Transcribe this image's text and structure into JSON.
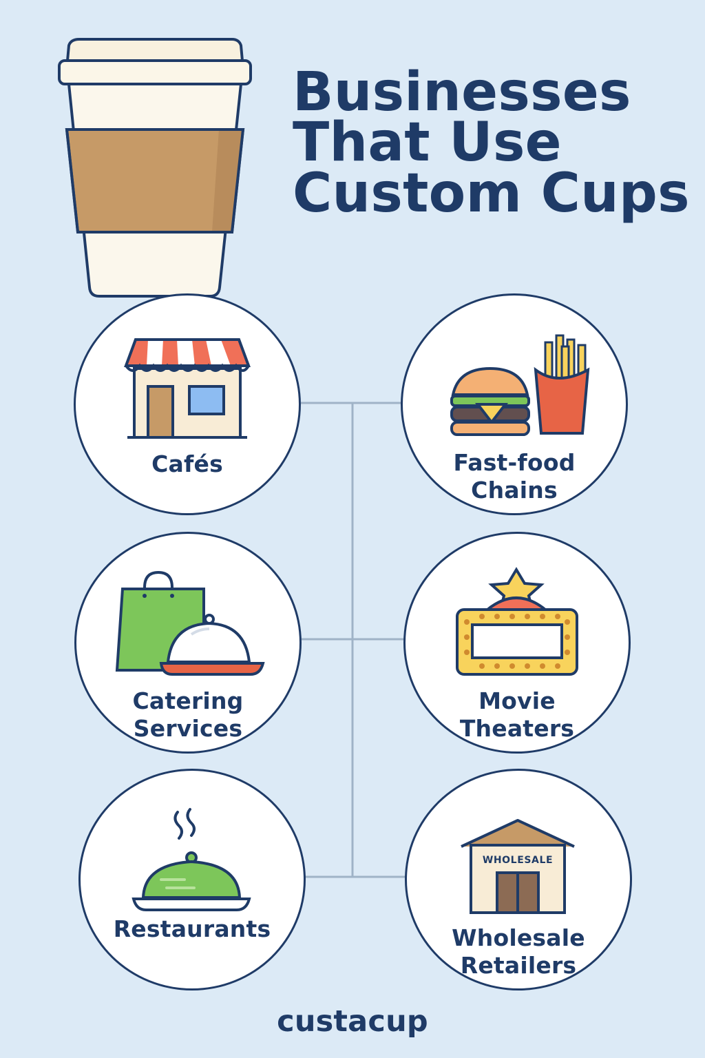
{
  "title_lines": [
    "Businesses",
    "That Use",
    "Custom Cups"
  ],
  "businesses": [
    {
      "label": "Cafés",
      "icon": "cafe-storefront-icon"
    },
    {
      "label": "Fast-food\nChains",
      "icon": "burger-and-fries-icon"
    },
    {
      "label": "Catering\nServices",
      "icon": "shopping-bag-and-cloche-icon"
    },
    {
      "label": "Movie\nTheaters",
      "icon": "theater-marquee-star-icon"
    },
    {
      "label": "Restaurants",
      "icon": "steaming-cloche-icon"
    },
    {
      "label": "Wholesale\nRetailers",
      "icon": "wholesale-warehouse-icon"
    }
  ],
  "wholesale_sign": "WHOLESALE",
  "brand": "custacup",
  "colors": {
    "background": "#dceaf6",
    "navy": "#1f3b67",
    "connector": "#9fb3c7",
    "kraft": "#c69a67",
    "awning_red": "#f07058",
    "green": "#78c94b",
    "yellow": "#f8d35c",
    "red": "#e76446"
  }
}
